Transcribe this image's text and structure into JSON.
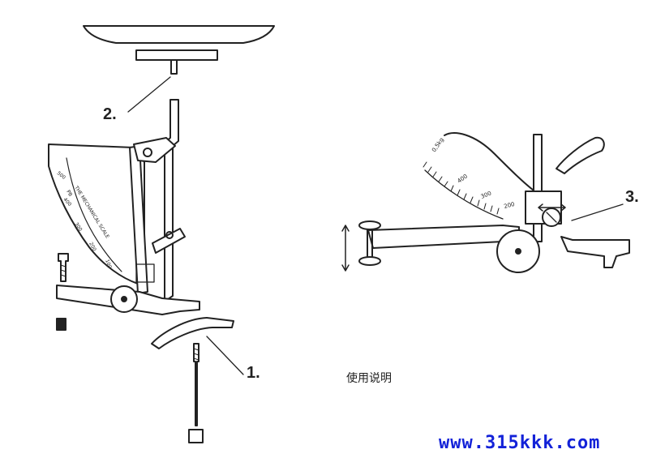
{
  "callouts": {
    "one": "1.",
    "two": "2.",
    "three": "3."
  },
  "dial_left": {
    "scale_lines": [
      "THE MECHANICAL SCALE",
      "PB"
    ],
    "ticks": [
      "500",
      "400",
      "300",
      "200",
      "100"
    ]
  },
  "dial_right": {
    "ticks": [
      "0,5kg",
      "400",
      "300",
      "200"
    ]
  },
  "caption": "使用说明",
  "watermark": "www.315kkk.com",
  "colors": {
    "line": "#222222",
    "watermark": "#1322d8",
    "background": "#ffffff"
  }
}
